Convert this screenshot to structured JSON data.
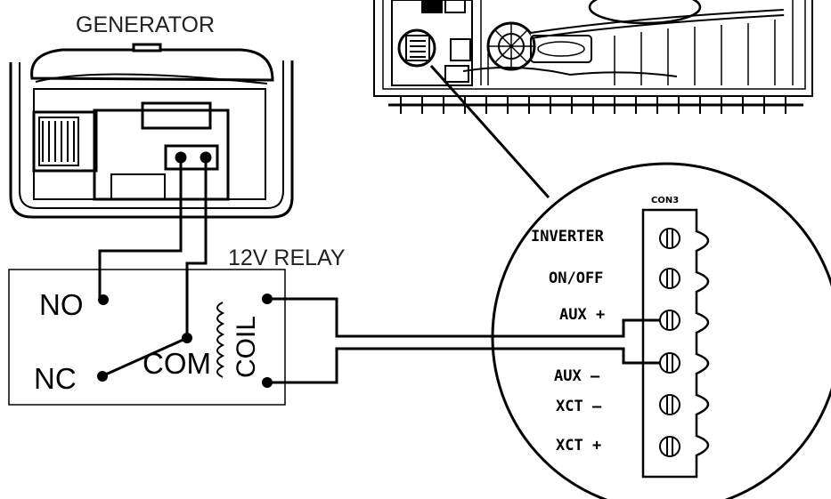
{
  "labels": {
    "generator": "GENERATOR",
    "relay": "12V RELAY",
    "no": "NO",
    "nc": "NC",
    "com": "COM",
    "coil": "COIL",
    "con3": "CON3",
    "inverter": "INVERTER",
    "on_off": "ON/OFF",
    "aux_plus": "AUX +",
    "aux_minus": "AUX –",
    "xct_minus": "XCT –",
    "xct_plus": "XCT +"
  },
  "colors": {
    "stroke": "#000000",
    "background": "#ffffff",
    "label_text": "#222222"
  }
}
